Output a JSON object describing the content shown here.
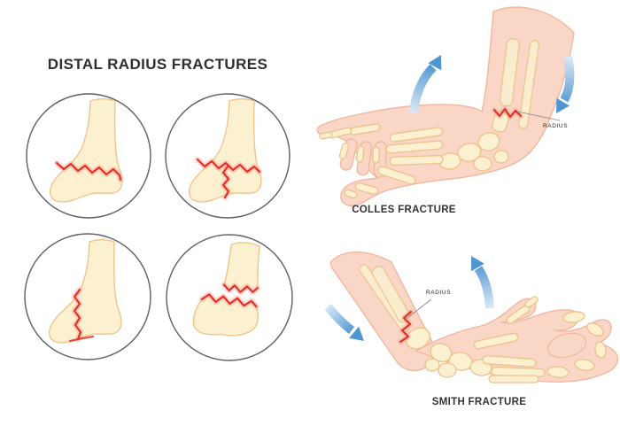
{
  "header": {
    "title": "DISTAL RADIUS FRACTURES"
  },
  "colles": {
    "caption": "COLLES FRACTURE",
    "bone_label": "RADIUS"
  },
  "smith": {
    "caption": "SMITH FRACTURE",
    "bone_label": "RADIUS"
  },
  "colors": {
    "background": "#ffffff",
    "bone": "#FBF0D0",
    "bone_outline": "#EFC189",
    "fracture_red": "#E43028",
    "fracture_glow": "#F5A898",
    "skin": "#F9D6C6",
    "skin_outline": "#F2B7A0",
    "arrow_blue": "#4E96D1",
    "arrow_blue_light": "#D9E8F6",
    "circle_outline": "#5E5E5E",
    "text": "#333333"
  }
}
